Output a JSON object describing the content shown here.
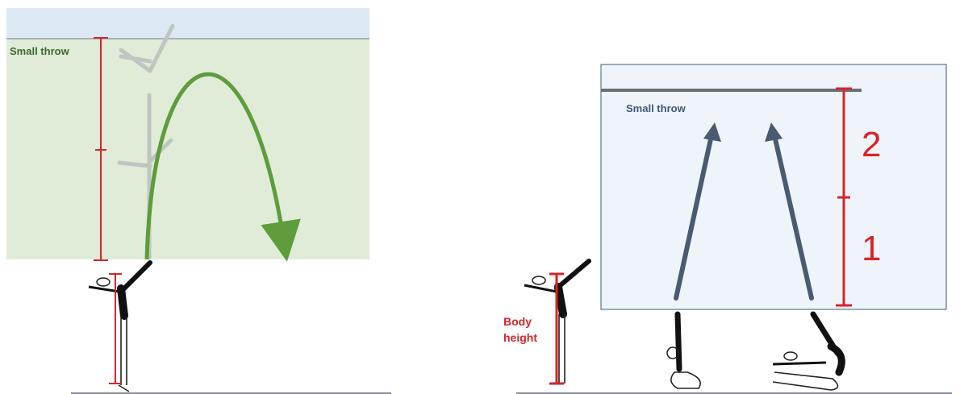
{
  "left_panel": {
    "label": "Small throw",
    "colors": {
      "sky": "#dce8f4",
      "zone": "#e0ecd8",
      "arc": "#5e9c3c",
      "measure": "#d8232a",
      "ceiling": "#a8b0b8"
    }
  },
  "right_panel": {
    "label": "Small throw",
    "segment_top": "2",
    "segment_bottom": "1",
    "body_height_label": "Body\nheight",
    "colors": {
      "box": "#eef4fa",
      "box_border": "#3f5878",
      "arrow": "#4a5a70",
      "measure": "#d8232a",
      "bar": "#6a7078"
    }
  },
  "icons": [
    "gymnast-arm-up-figure",
    "ghost-throw-figure",
    "gymnast-kneel-figure",
    "gymnast-seated-figure"
  ]
}
